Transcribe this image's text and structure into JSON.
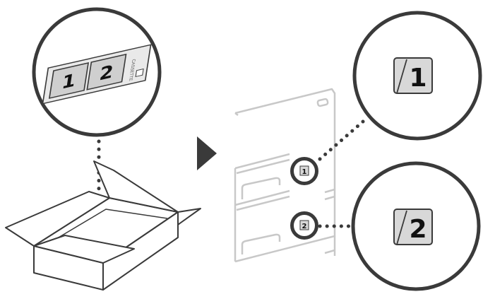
{
  "labels": {
    "sheet_label_1": "1",
    "sheet_label_2": "2",
    "sheet_note": "CASSETTE",
    "zoom_label_1": "1",
    "zoom_label_2": "2",
    "printer_label_1": "1",
    "printer_label_2": "2"
  },
  "icons": {
    "step_arrow": "right-triangle-arrow"
  },
  "colors": {
    "outline": "#3a3a3a",
    "printer_outline": "#c8c8c8",
    "label_fill": "#d8d8d8",
    "arrow": "#3a3a3a"
  }
}
